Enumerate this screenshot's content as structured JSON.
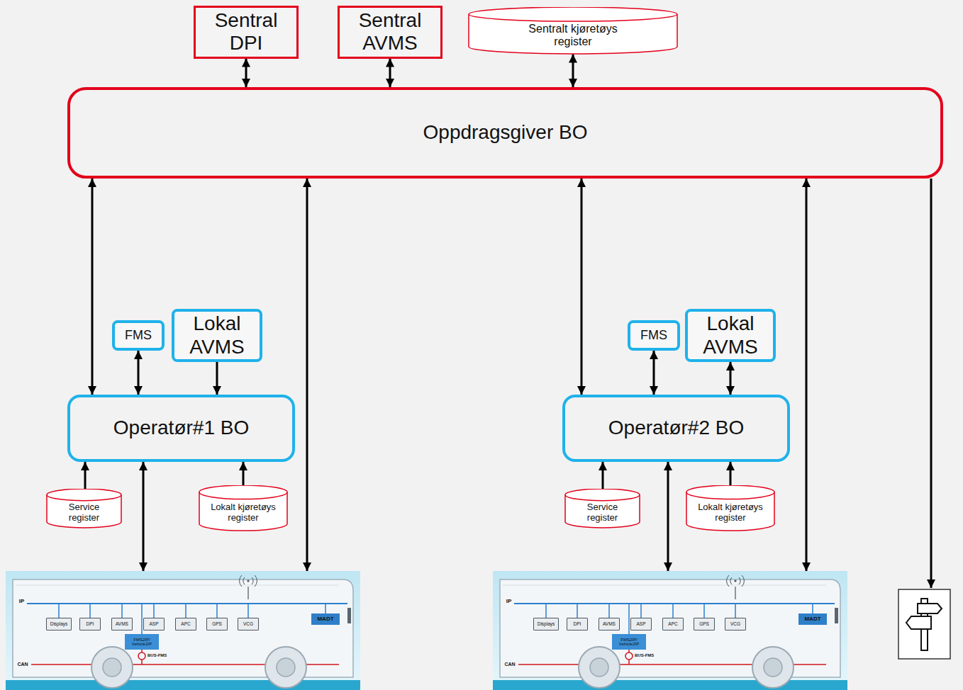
{
  "diagram": {
    "nodes": [
      {
        "text": [
          "Sentral DPI"
        ]
      },
      {
        "text": [
          "Sentral AVMS"
        ]
      },
      {
        "text": [
          "Sentralt kjøretøys register"
        ]
      },
      {
        "text": [
          "Oppdragsgiver BO"
        ]
      },
      {
        "text": [
          "FMS"
        ]
      },
      {
        "text": [
          "Lokal AVMS"
        ]
      },
      {
        "text": [
          "Operatør#1 BO"
        ]
      },
      {
        "text": [
          "FMS"
        ]
      },
      {
        "text": [
          "Lokal AVMS"
        ]
      },
      {
        "text": [
          "Operatør#2 BO"
        ]
      },
      {
        "text": [
          "Service register"
        ]
      },
      {
        "text": [
          "Lokalt kjøretøys register"
        ]
      },
      {
        "text": [
          "Service register"
        ]
      },
      {
        "text": [
          "Lokalt kjøretøys register"
        ]
      },
      {
        "text": [
          "IP",
          "Displays",
          "DPI",
          "AVMS",
          "ASP",
          "APC",
          "GPS",
          "VCG",
          "MADT",
          "FMS2IP/ Vehicle2IP",
          "BUS-FMS",
          "CAN"
        ]
      },
      {
        "text": [
          "IP",
          "Displays",
          "DPI",
          "AVMS",
          "ASP",
          "APC",
          "GPS",
          "VCG",
          "MADT",
          "FMS2IP/ Vehicle2IP",
          "BUS-FMS",
          "CAN"
        ]
      }
    ],
    "edges": [
      {
        "from": 0,
        "to": 3,
        "arrow": "both"
      },
      {
        "from": 1,
        "to": 3,
        "arrow": "both"
      },
      {
        "from": 2,
        "to": 3,
        "arrow": "both"
      },
      {
        "from": 3,
        "to": 6,
        "arrow": "both"
      },
      {
        "from": 3,
        "to": 14,
        "arrow": "both"
      },
      {
        "from": 3,
        "to": 9,
        "arrow": "both"
      },
      {
        "from": 3,
        "to": 15,
        "arrow": "both"
      },
      {
        "from": 4,
        "to": 6,
        "arrow": "both"
      },
      {
        "from": 5,
        "to": 6,
        "arrow": "to"
      },
      {
        "from": 10,
        "to": 6,
        "arrow": "to"
      },
      {
        "from": 6,
        "to": 14,
        "arrow": "both"
      },
      {
        "from": 11,
        "to": 6,
        "arrow": "to"
      },
      {
        "from": 7,
        "to": 9,
        "arrow": "both"
      },
      {
        "from": 8,
        "to": 9,
        "arrow": "both"
      },
      {
        "from": 12,
        "to": 9,
        "arrow": "to"
      },
      {
        "from": 9,
        "to": 15,
        "arrow": "both"
      },
      {
        "from": 13,
        "to": 9,
        "arrow": "to"
      }
    ]
  }
}
